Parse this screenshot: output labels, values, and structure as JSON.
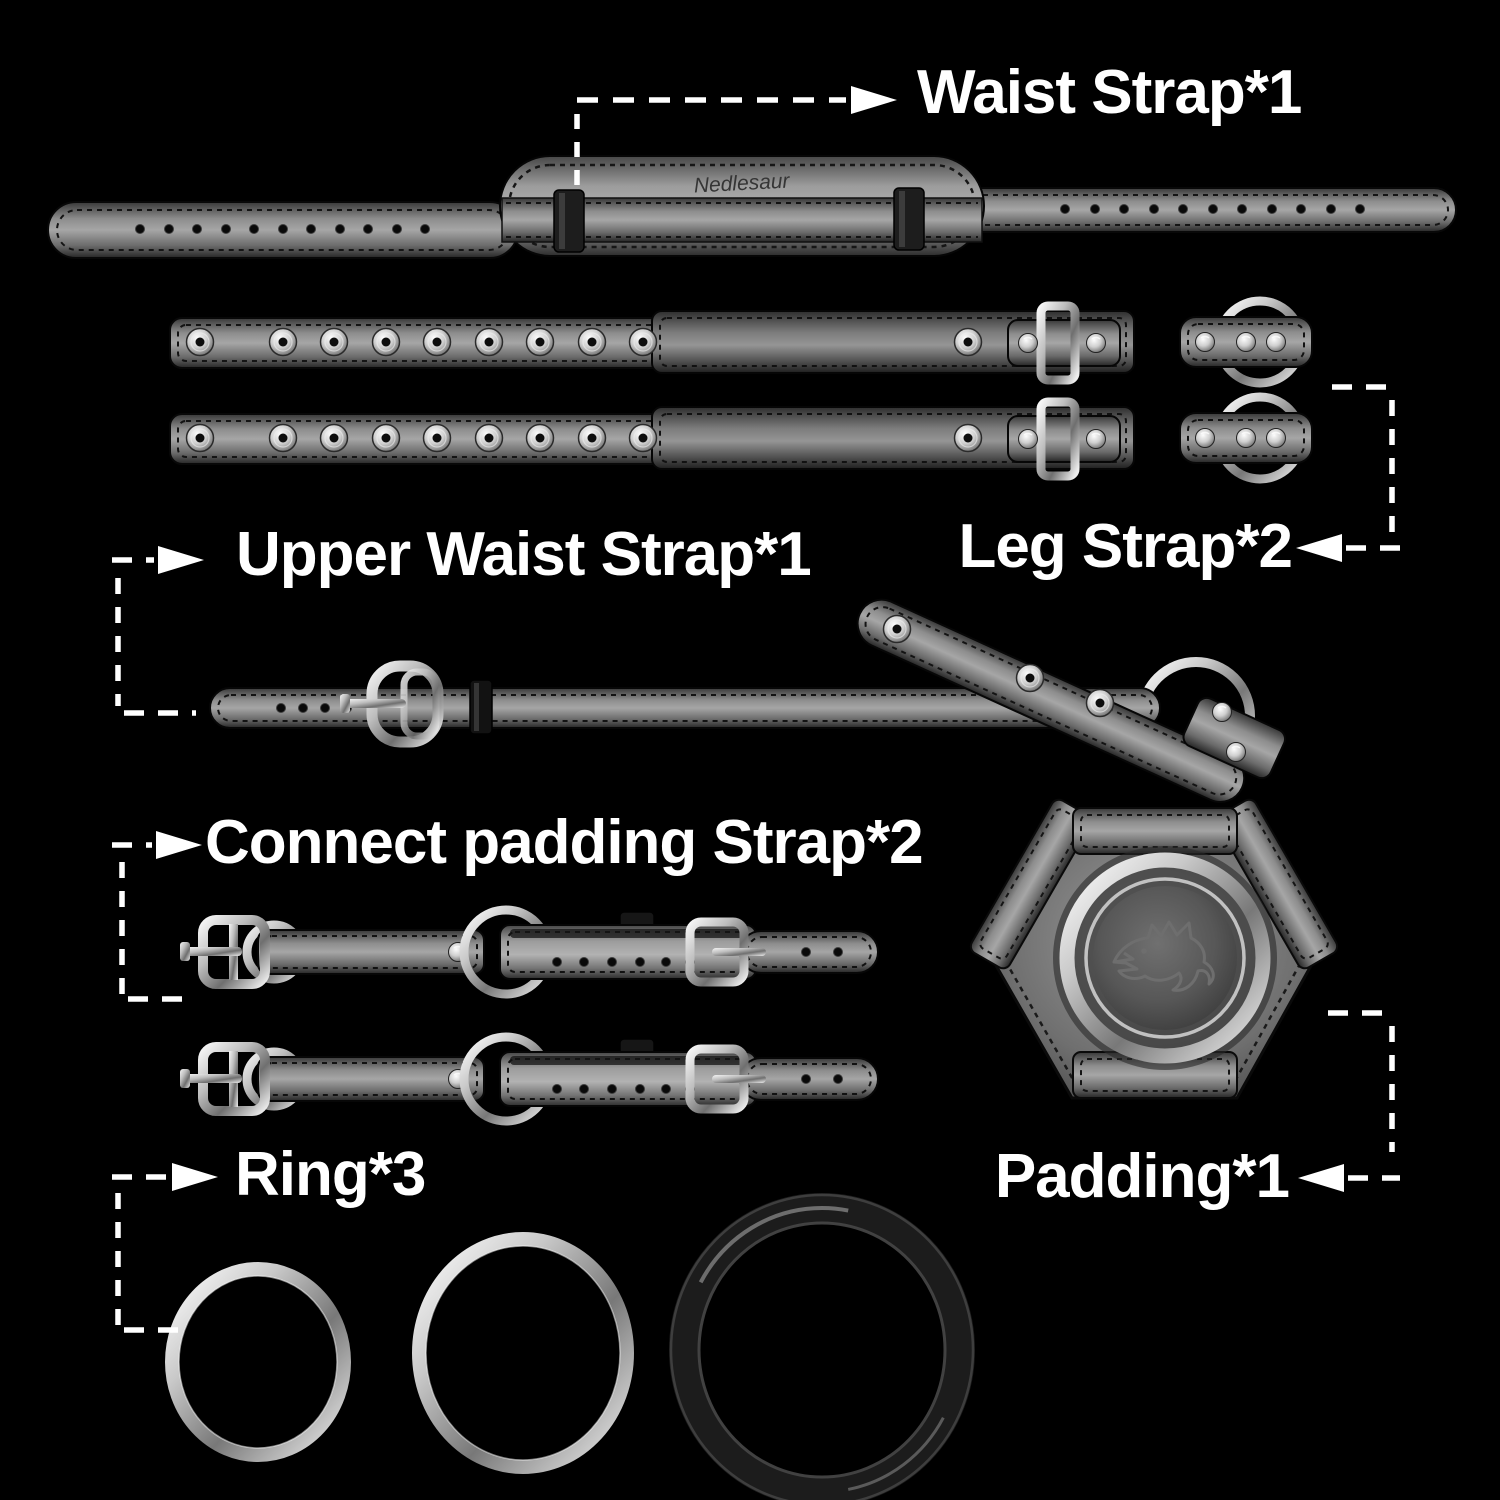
{
  "brand": {
    "embossed_logo": "Nedlesaur"
  },
  "callouts": {
    "waist_strap": {
      "label": "Waist Strap*1",
      "part": "Waist Strap",
      "quantity": 1
    },
    "leg_strap": {
      "label": "Leg Strap*2",
      "part": "Leg Strap",
      "quantity": 2
    },
    "upper_waist_strap": {
      "label": "Upper Waist Strap*1",
      "part": "Upper Waist Strap",
      "quantity": 1
    },
    "connect_padding_strap": {
      "label": "Connect padding Strap*2",
      "part": "Connect padding Strap",
      "quantity": 2
    },
    "ring": {
      "label": "Ring*3",
      "part": "Ring",
      "quantity": 3
    },
    "padding": {
      "label": "Padding*1",
      "part": "Padding",
      "quantity": 1
    }
  },
  "colors": {
    "background": "#000000",
    "label_text": "#ffffff",
    "callout_line": "#ffffff",
    "leather_gray": "#8f8f8f",
    "chrome": "#d9d9d9",
    "rubber_ring": "#1c1c1c"
  }
}
